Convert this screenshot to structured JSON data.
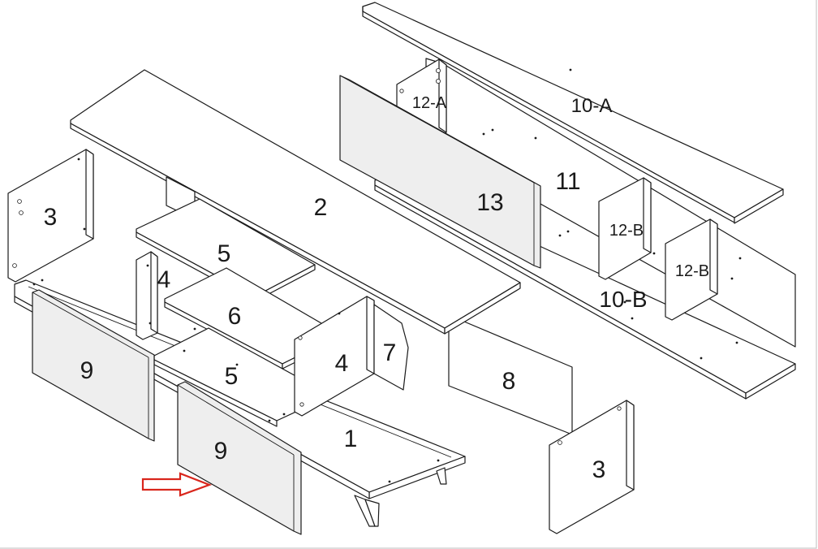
{
  "parts": {
    "p1": "1",
    "p2": "2",
    "p3_left": "3",
    "p3_right": "3",
    "p4_left": "4",
    "p4_right": "4",
    "p5_upper": "5",
    "p5_lower": "5",
    "p6": "6",
    "p7": "7",
    "p8": "8",
    "p9_left": "9",
    "p9_front": "9",
    "p10a": "10-A",
    "p10b": "10-B",
    "p11": "11",
    "p12a": "12-A",
    "p12b_left": "12-B",
    "p12b_right": "12-B",
    "p13": "13"
  },
  "colors": {
    "line": "#1a1a1a",
    "door_fill": "#eeeeee",
    "arrow": "#d9261c"
  },
  "icons": {
    "pointer": "red-outline-arrow-right"
  }
}
